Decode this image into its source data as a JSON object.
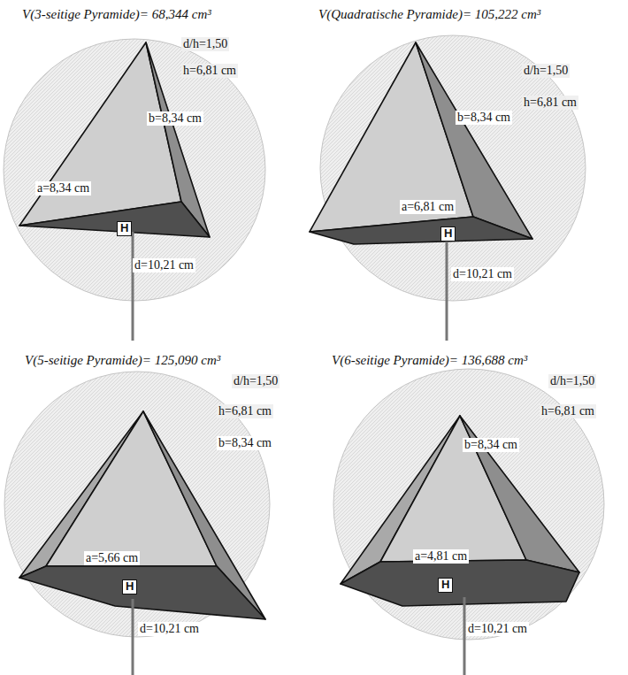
{
  "diagram": {
    "nodes": [
      {
        "text": [
          "V(3-seitige Pyramide)= 68,344 cm³",
          "d/h=1,50",
          "h=6,81 cm",
          "b=8,34 cm",
          "a=8,34 cm",
          "H",
          "d=10,21 cm"
        ]
      },
      {
        "text": [
          "V(Quadratische Pyramide)= 105,222 cm³",
          "d/h=1,50",
          "h=6,81 cm",
          "b=8,34 cm",
          "a=6,81 cm",
          "H",
          "d=10,21 cm"
        ]
      },
      {
        "text": [
          "V(5-seitige Pyramide)= 125,090 cm³",
          "d/h=1,50",
          "h=6,81 cm",
          "b=8,34 cm",
          "a=5,66 cm",
          "H",
          "d=10,21 cm"
        ]
      },
      {
        "text": [
          "V(6-seitige Pyramide)= 136,688 cm³",
          "d/h=1,50",
          "h=6,81 cm",
          "b=8,34 cm",
          "a=4,81 cm",
          "H",
          "d=10,21 cm"
        ]
      }
    ]
  }
}
